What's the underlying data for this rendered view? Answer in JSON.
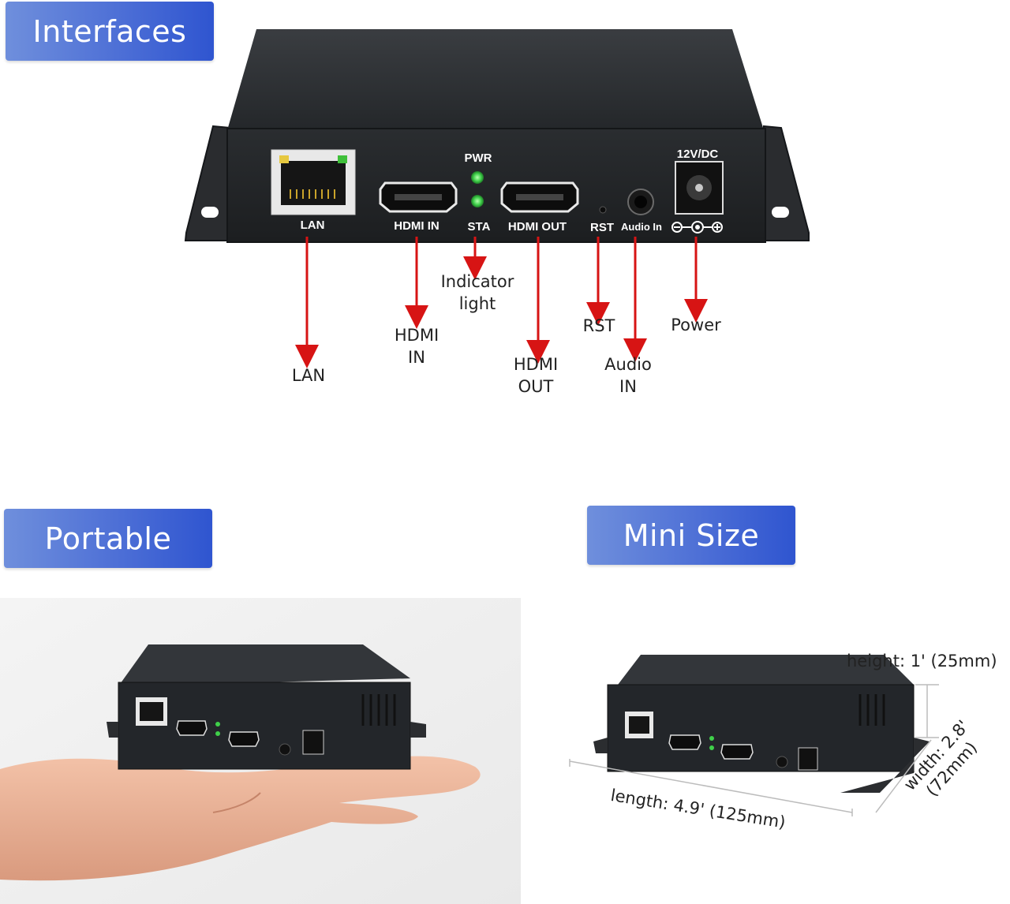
{
  "banners": {
    "interfaces": "Interfaces",
    "portable": "Portable",
    "mini_size": "Mini Size"
  },
  "device_labels": {
    "lan": "LAN",
    "hdmi_in": "HDMI  IN",
    "pwr": "PWR",
    "sta": "STA",
    "hdmi_out": "HDMI  OUT",
    "rst": "RST",
    "audio_in": "Audio In",
    "dc": "12V/DC"
  },
  "callouts": {
    "lan": "LAN",
    "hdmi_in": "HDMI\nIN",
    "indicator": "Indicator\nlight",
    "hdmi_out": "HDMI\nOUT",
    "rst": "RST",
    "audio_in": "Audio\nIN",
    "power": "Power"
  },
  "dimensions": {
    "height": "height: 1'  (25mm)",
    "length": "length: 4.9' (125mm)",
    "width": "width: 2.8'\n(72mm)"
  },
  "colors": {
    "arrow": "#d71414",
    "led": "#3fd04a",
    "device_body": "#2b2e31",
    "banner_start": "#6f8fdc",
    "banner_end": "#2f55d0"
  },
  "icons": [
    "rj45-port-icon",
    "hdmi-port-icon",
    "led-icon",
    "dc-jack-icon",
    "audio-jack-icon",
    "polarity-icon"
  ]
}
